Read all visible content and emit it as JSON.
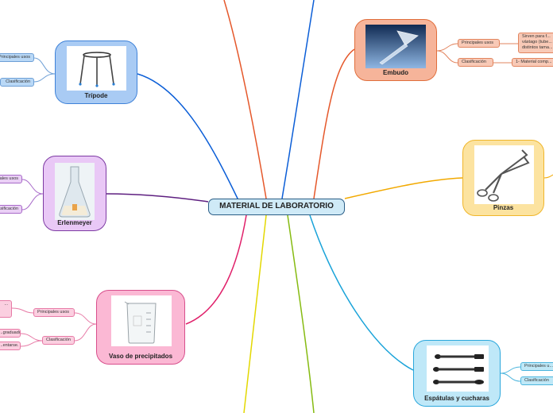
{
  "central": {
    "title": "MATERIAL DE LABORATORIO"
  },
  "colors": {
    "tripode": "#0b5ed7",
    "erlenmeyer": "#5e1f80",
    "vaso": "#e0206a",
    "embudo": "#e5582b",
    "pinzas": "#f2a900",
    "espatulas": "#1aa3d9",
    "yellow_branch": "#e3d800",
    "green_branch": "#86bb12"
  },
  "nodes": {
    "tripode": {
      "title": "Trípode",
      "image": "tripod-image",
      "tags": [
        "Principales usos",
        "Clasificación"
      ]
    },
    "erlenmeyer": {
      "title": "Erlenmeyer",
      "image": "erlenmeyer-flask-image",
      "tags": [
        "Principales usos",
        "Clasificación"
      ]
    },
    "vaso": {
      "title": "Vaso de precipitados",
      "image": "beaker-image",
      "tags": [
        "Principales usos",
        "Clasificación"
      ],
      "details": [
        "...",
        "...graduado.",
        "...entarse."
      ]
    },
    "embudo": {
      "title": "Embudo",
      "image": "funnel-image",
      "tags": [
        "Principales usos",
        "Clasificación"
      ],
      "details": [
        "Sirven para f... vástago (tube... distintos tama...",
        "1- Material comp..."
      ]
    },
    "pinzas": {
      "title": "Pinzas",
      "image": "tongs-image"
    },
    "espatulas": {
      "title": "Espátulas y cucharas",
      "image": "spatulas-image",
      "tags": [
        "Principales u...",
        "Clasificación"
      ]
    }
  }
}
